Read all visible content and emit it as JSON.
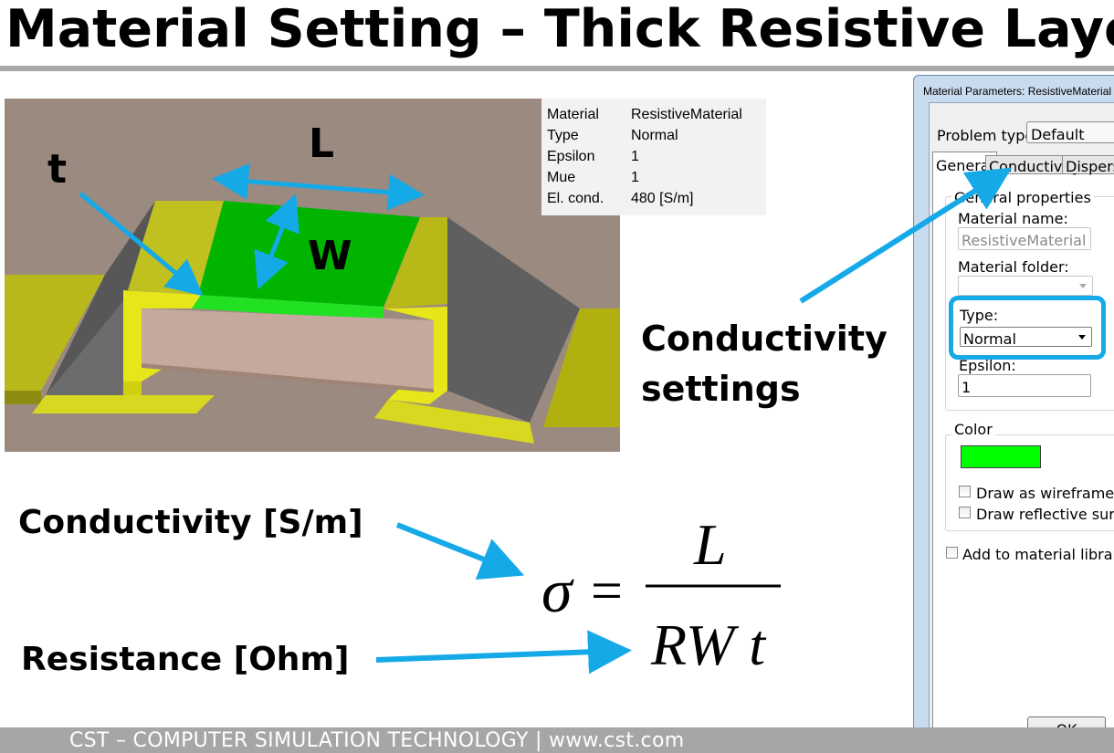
{
  "slide": {
    "title": "Material Setting – Thick Resistive Layer",
    "footer": "CST – COMPUTER SIMULATION TECHNOLOGY | www.cst.com"
  },
  "model": {
    "labels": {
      "t": "t",
      "L": "L",
      "W": "W"
    },
    "properties": [
      {
        "key": "Material",
        "value": "ResistiveMaterial"
      },
      {
        "key": "Type",
        "value": "Normal"
      },
      {
        "key": "Epsilon",
        "value": "1"
      },
      {
        "key": "Mue",
        "value": "1"
      },
      {
        "key": "El. cond.",
        "value": "480 [S/m]"
      }
    ]
  },
  "annotations": {
    "conductivity_settings_line1": "Conductivity",
    "conductivity_settings_line2": "settings",
    "conductivity_unit": "Conductivity [S/m]",
    "resistance_unit": "Resistance [Ohm]"
  },
  "formula": {
    "lhs": "σ",
    "equals": "=",
    "numerator": "L",
    "denominator": "RW t"
  },
  "dialog": {
    "title": "Material Parameters: ResistiveMaterial",
    "problem_type_label": "Problem type:",
    "problem_type_value": "Default",
    "tabs": [
      "General",
      "Conductivity",
      "Dispersion"
    ],
    "general_properties_title": "General properties",
    "material_name_label": "Material name:",
    "material_name_value": "ResistiveMaterial",
    "material_folder_label": "Material folder:",
    "material_folder_value": "",
    "type_label": "Type:",
    "type_value": "Normal",
    "epsilon_label": "Epsilon:",
    "epsilon_value": "1",
    "color_title": "Color",
    "color_value": "#00ff00",
    "draw_wireframe_label": "Draw as wireframe",
    "draw_reflective_label": "Draw reflective surface",
    "add_library_label": "Add to material library",
    "ok_label": "OK"
  },
  "colors": {
    "accent_arrow": "#15a9e8",
    "resistive_green": "#00c000",
    "conductor_yellow": "#b5b500",
    "substrate_pink": "#c5a89e",
    "background_taupe": "#9a8a80"
  }
}
